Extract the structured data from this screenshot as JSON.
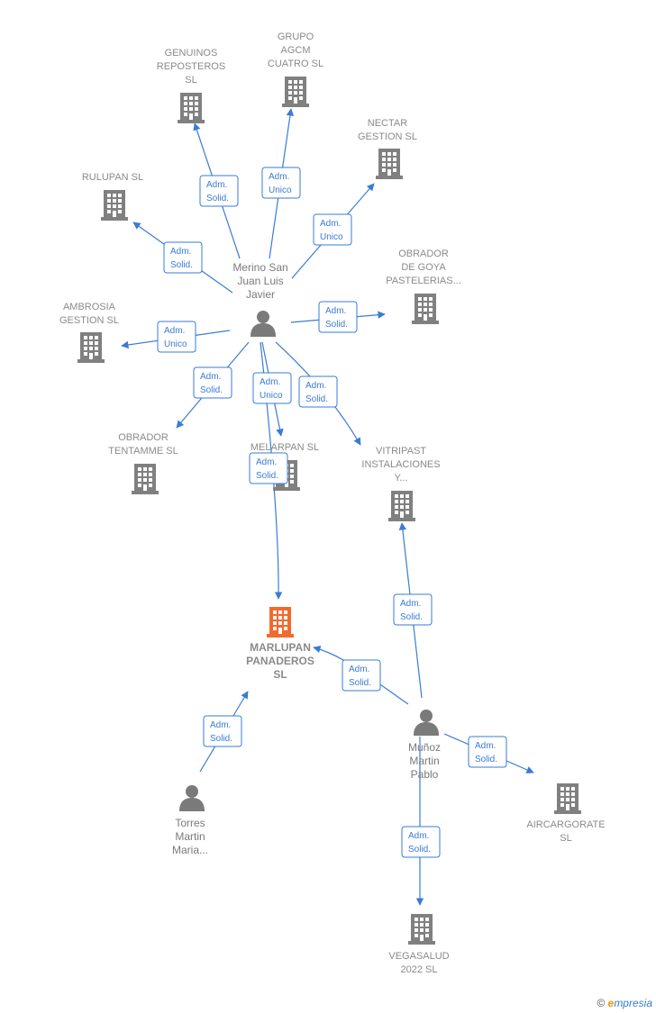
{
  "colors": {
    "edge": "#3a7bd5",
    "company": "#808080",
    "highlight": "#f26a2e",
    "person": "#7a7a7a"
  },
  "nodes": [
    {
      "id": "genuinos",
      "type": "company",
      "label": [
        "GENUINOS",
        "REPOSTEROS",
        "SL"
      ]
    },
    {
      "id": "grupo",
      "type": "company",
      "label": [
        "GRUPO",
        "AGCM",
        "CUATRO  SL"
      ]
    },
    {
      "id": "nectar",
      "type": "company",
      "label": [
        "NECTAR",
        "GESTION  SL"
      ]
    },
    {
      "id": "rulupan",
      "type": "company",
      "label": [
        "RULUPAN SL"
      ]
    },
    {
      "id": "obradorgoya",
      "type": "company",
      "label": [
        "OBRADOR",
        "DE GOYA",
        "PASTELERIAS..."
      ]
    },
    {
      "id": "ambrosia",
      "type": "company",
      "label": [
        "AMBROSIA",
        "GESTION  SL"
      ]
    },
    {
      "id": "merino",
      "type": "person",
      "label": [
        "Merino San",
        "Juan Luis",
        "Javier"
      ]
    },
    {
      "id": "tentamme",
      "type": "company",
      "label": [
        "OBRADOR",
        "TENTAMME SL"
      ]
    },
    {
      "id": "melarpan",
      "type": "company",
      "label": [
        "MELARPAN  SL"
      ]
    },
    {
      "id": "vitripast",
      "type": "company",
      "label": [
        "VITRIPAST",
        "INSTALACIONES",
        "Y..."
      ]
    },
    {
      "id": "marlupan",
      "type": "company",
      "highlight": true,
      "label": [
        "MARLUPAN",
        "PANADEROS",
        "SL"
      ]
    },
    {
      "id": "torres",
      "type": "person",
      "label": [
        "Torres",
        "Martin",
        "Maria..."
      ]
    },
    {
      "id": "munoz",
      "type": "person",
      "label": [
        "Muñoz",
        "Martin",
        "Pablo"
      ]
    },
    {
      "id": "aircargorate",
      "type": "company",
      "label": [
        "AIRCARGORATE",
        "SL"
      ]
    },
    {
      "id": "vegasalud",
      "type": "company",
      "label": [
        "VEGASALUD",
        "2022  SL"
      ]
    }
  ],
  "edges": [
    {
      "from": "merino",
      "to": "genuinos",
      "label": [
        "Adm.",
        "Solid."
      ]
    },
    {
      "from": "merino",
      "to": "grupo",
      "label": [
        "Adm.",
        "Unico"
      ]
    },
    {
      "from": "merino",
      "to": "nectar",
      "label": [
        "Adm.",
        "Unico"
      ]
    },
    {
      "from": "merino",
      "to": "rulupan",
      "label": [
        "Adm.",
        "Solid."
      ]
    },
    {
      "from": "merino",
      "to": "obradorgoya",
      "label": [
        "Adm.",
        "Solid."
      ]
    },
    {
      "from": "merino",
      "to": "ambrosia",
      "label": [
        "Adm.",
        "Unico"
      ]
    },
    {
      "from": "merino",
      "to": "tentamme",
      "label": [
        "Adm.",
        "Solid."
      ]
    },
    {
      "from": "merino",
      "to": "melarpan",
      "label": [
        "Adm.",
        "Unico"
      ]
    },
    {
      "from": "merino",
      "to": "vitripast",
      "label": [
        "Adm.",
        "Solid."
      ]
    },
    {
      "from": "merino",
      "to": "marlupan",
      "label": [
        "Adm.",
        "Solid."
      ]
    },
    {
      "from": "munoz",
      "to": "vitripast",
      "label": [
        "Adm.",
        "Solid."
      ]
    },
    {
      "from": "munoz",
      "to": "marlupan",
      "label": [
        "Adm.",
        "Solid."
      ]
    },
    {
      "from": "torres",
      "to": "marlupan",
      "label": [
        "Adm.",
        "Solid."
      ]
    },
    {
      "from": "munoz",
      "to": "aircargorate",
      "label": [
        "Adm.",
        "Solid."
      ]
    },
    {
      "from": "munoz",
      "to": "vegasalud",
      "label": [
        "Adm.",
        "Solid."
      ]
    }
  ],
  "footer": {
    "copyright": "©",
    "brand_first": "e",
    "brand_rest": "mpresia"
  }
}
